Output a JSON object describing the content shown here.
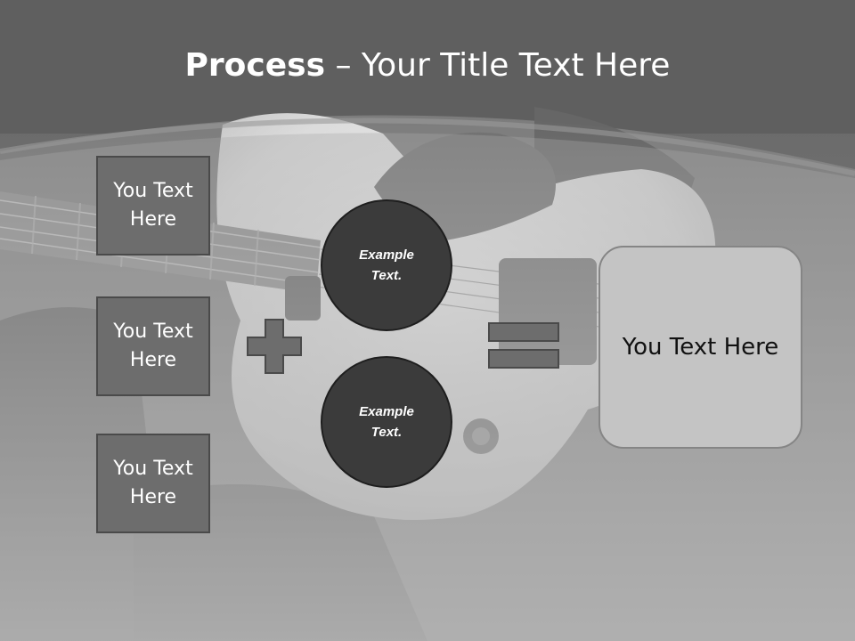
{
  "slide": {
    "title_bold": "Process",
    "title_rest": " – Your Title Text Here",
    "left_boxes": [
      {
        "label": "You Text Here"
      },
      {
        "label": "You Text Here"
      },
      {
        "label": "You Text Here"
      }
    ],
    "circles": [
      {
        "label": "Example Text."
      },
      {
        "label": "Example Text."
      }
    ],
    "result_label": "You Text Here"
  },
  "colors": {
    "box_fill": "#6d6d6d",
    "circle_fill": "#3b3b3b",
    "result_fill": "#c4c4c4"
  }
}
